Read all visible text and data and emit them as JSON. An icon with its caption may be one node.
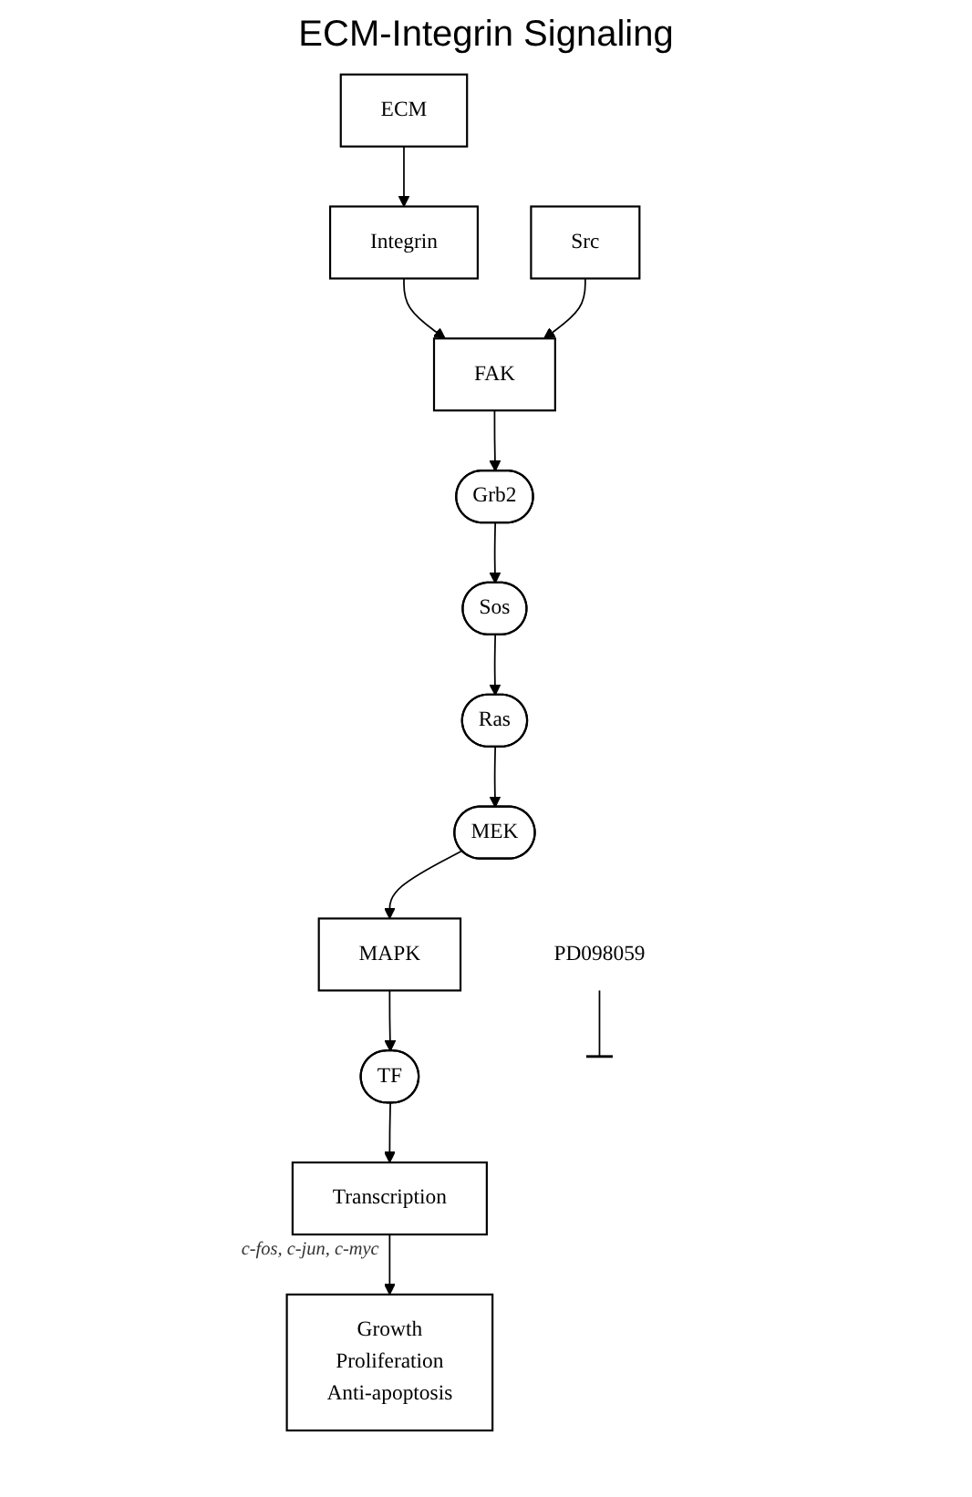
{
  "diagram": {
    "title": "ECM-Integrin Signaling",
    "nodes": [
      {
        "text": [
          "ECM"
        ]
      },
      {
        "text": [
          "Integrin"
        ]
      },
      {
        "text": [
          "Src"
        ]
      },
      {
        "text": [
          "FAK"
        ]
      },
      {
        "text": [
          "Grb2"
        ]
      },
      {
        "text": [
          "Sos"
        ]
      },
      {
        "text": [
          "Ras"
        ]
      },
      {
        "text": [
          "MEK"
        ]
      },
      {
        "text": [
          "PD098059"
        ]
      },
      {
        "text": [
          "MAPK"
        ]
      },
      {
        "text": [
          "TF"
        ]
      },
      {
        "text": [
          "Transcription"
        ],
        "beside": [
          "c-fos, c-jun, c-myc"
        ]
      },
      {
        "text": [
          "Growth",
          "Proliferation",
          "Anti-apoptosis"
        ]
      }
    ],
    "edges": [
      {
        "from": 0,
        "to": 1,
        "arrow": "to"
      },
      {
        "from": 1,
        "to": 3,
        "arrow": "to"
      },
      {
        "from": 2,
        "to": 3,
        "arrow": "to"
      },
      {
        "from": 3,
        "to": 4,
        "arrow": "to"
      },
      {
        "from": 4,
        "to": 5,
        "arrow": "to"
      },
      {
        "from": 5,
        "to": 6,
        "arrow": "to"
      },
      {
        "from": 6,
        "to": 7,
        "arrow": "to"
      },
      {
        "from": 7,
        "to": 9,
        "arrow": "to"
      },
      {
        "from": 8,
        "to": null,
        "arrow": "other"
      },
      {
        "from": 9,
        "to": 10,
        "arrow": "to"
      },
      {
        "from": 10,
        "to": 11,
        "arrow": "to"
      },
      {
        "from": 11,
        "to": 12,
        "arrow": "to"
      }
    ]
  }
}
